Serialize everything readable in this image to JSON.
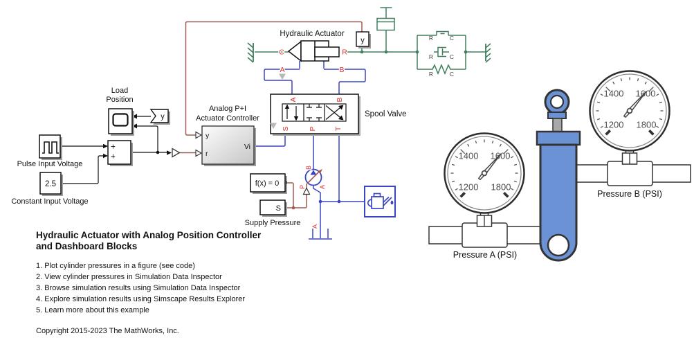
{
  "colors": {
    "mechanical_green": "#3e7e5b",
    "hydraulic_blue": "#3a45c4",
    "physical_signal_maroon": "#9e5a52",
    "port_label_red": "#e03030",
    "cylinder_blue": "#6b92d4"
  },
  "model": {
    "actuator": {
      "label": "Hydraulic Actuator",
      "ports": {
        "c": "C",
        "r": "R",
        "a": "A",
        "b": "B"
      }
    },
    "spool_valve": {
      "label": "Spool Valve",
      "ports": {
        "a": "A",
        "b": "B",
        "s": "S",
        "p": "P",
        "t": "T"
      }
    },
    "controller": {
      "label_line1": "Analog P+I",
      "label_line2": "Actuator Controller",
      "port_y": "y",
      "port_r": "r",
      "port_vi": "Vi"
    },
    "scope": {
      "label_line1": "Load",
      "label_line2": "Position"
    },
    "from_tag": "y",
    "goto_tag": "y",
    "pulse": {
      "label": "Pulse Input Voltage"
    },
    "constant": {
      "value": "2.5",
      "label": "Constant Input Voltage"
    },
    "sum": {
      "sign1": "+",
      "sign2": "+"
    },
    "solver": {
      "text": "f(x) = 0"
    },
    "supply": {
      "text": "S",
      "label": "Supply Pressure"
    },
    "pump": {
      "port_b": "B",
      "port_p": "P",
      "port_a": "A"
    },
    "tank": {
      "port_a": "A"
    },
    "network": {
      "r": "R",
      "c": "C"
    }
  },
  "dashboard": {
    "gauge_a": {
      "label": "Pressure A (PSI)",
      "tick_1200": "1200",
      "tick_1400": "1400",
      "tick_1600": "1600",
      "tick_1800": "1800",
      "min": 1200,
      "max": 1800,
      "value": 1590
    },
    "gauge_b": {
      "label": "Pressure B (PSI)",
      "tick_1200": "1200",
      "tick_1400": "1400",
      "tick_1600": "1600",
      "tick_1800": "1800",
      "min": 1200,
      "max": 1800,
      "value": 1590
    }
  },
  "description": {
    "title_line1": "Hydraulic Actuator with Analog Position Controller",
    "title_line2": "and Dashboard Blocks",
    "items": [
      "1. Plot cylinder pressures in a figure (see code)",
      "2. View cylinder pressures in Simulation Data Inspector",
      "3. Browse simulation results using Simulation Data Inspector",
      "4. Explore simulation results using Simscape Results Explorer",
      "5. Learn more about this example"
    ],
    "copyright": "Copyright 2015-2023 The MathWorks, Inc."
  }
}
